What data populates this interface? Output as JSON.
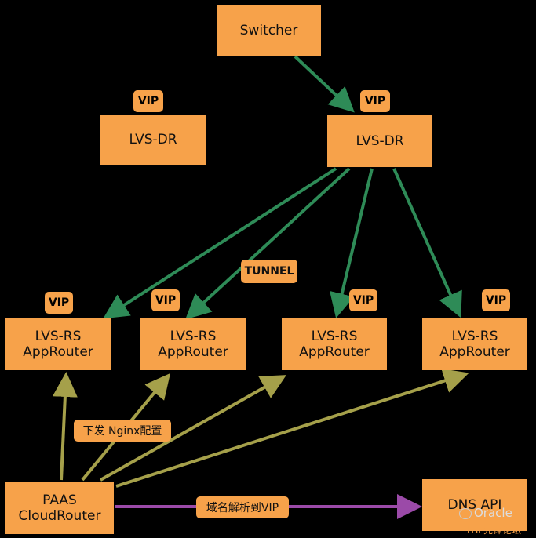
{
  "nodes": {
    "switcher": "Switcher",
    "lvs_dr_left": "LVS-DR",
    "lvs_dr_right": "LVS-DR",
    "lvs_rs": [
      {
        "line1": "LVS-RS",
        "line2": "AppRouter"
      },
      {
        "line1": "LVS-RS",
        "line2": "AppRouter"
      },
      {
        "line1": "LVS-RS",
        "line2": "AppRouter"
      },
      {
        "line1": "LVS-RS",
        "line2": "AppRouter"
      }
    ],
    "paas": {
      "line1": "PAAS",
      "line2": "CloudRouter"
    },
    "dns_api": "DNS API"
  },
  "badges": {
    "vip_lvs_dr_left": "VIP",
    "vip_lvs_dr_right": "VIP",
    "vip_rs": [
      "VIP",
      "VIP",
      "VIP",
      "VIP"
    ]
  },
  "edge_labels": {
    "tunnel": "TUNNEL",
    "nginx_config": "下发 Nginx配置",
    "dns_resolve": "域名解析到VIP"
  },
  "watermark": {
    "brand": "Oracle",
    "footer": "ITIL先锋论坛"
  },
  "colors": {
    "background": "#000000",
    "node_fill": "#f7a24a",
    "green_edge": "#2e8b57",
    "olive_edge": "#a5a04a",
    "purple_edge": "#9b4aa8"
  }
}
